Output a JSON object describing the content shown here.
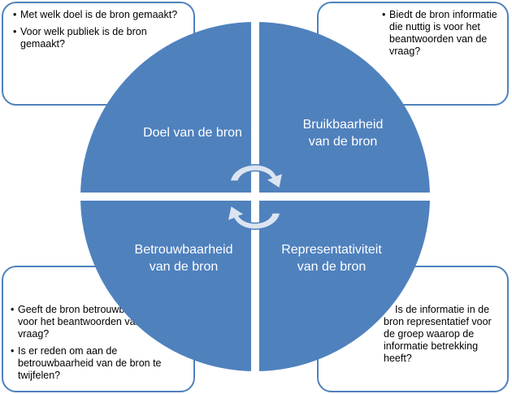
{
  "diagram": {
    "quadrants": {
      "top_left": "Doel van de bron",
      "top_right_line1": "Bruikbaarheid",
      "top_right_line2": "van de bron",
      "bottom_left_line1": "Betrouwbaarheid",
      "bottom_left_line2": "van de bron",
      "bottom_right_line1": "Representativiteit",
      "bottom_right_line2": "van de bron"
    },
    "callouts": {
      "top_left": [
        "Met welk doel is de bron gemaakt?",
        "Voor welk publiek is de bron gemaakt?"
      ],
      "top_right": [
        "Biedt de bron informatie die nuttig is voor het beantwoorden van de vraag?"
      ],
      "bottom_left": [
        "Geeft de bron betrouwbare informatie voor het beantwoorden van de vraag?",
        "Is er reden om aan de betrouwbaarheid van de bron te twijfelen?"
      ],
      "bottom_right": "Is de informatie in de bron representatief voor de groep waarop de informatie betrekking heeft?"
    },
    "colors": {
      "quadrant_fill": "#4f81bd",
      "outline": "#4f81bd",
      "gap": "#ffffff",
      "arrow_fill": "#dbe5f1"
    },
    "icons": [
      "refresh-cycle-arrows"
    ]
  }
}
